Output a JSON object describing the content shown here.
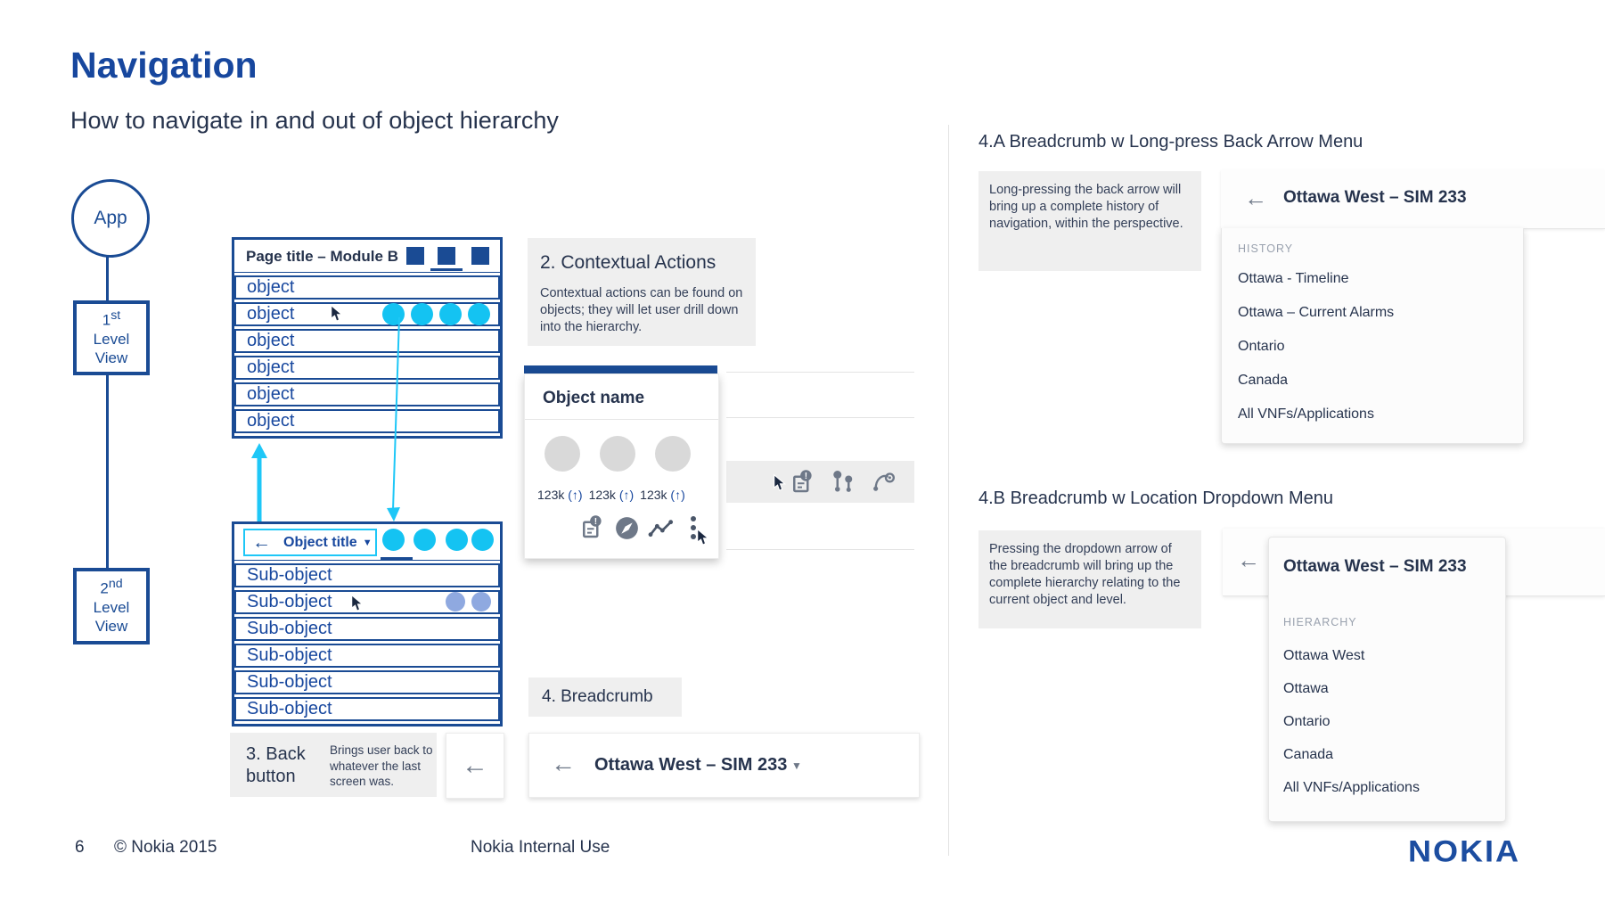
{
  "slide": {
    "title": "Navigation",
    "subtitle": "How to navigate in and out of object hierarchy"
  },
  "flowchart": {
    "app": "App",
    "level1": {
      "num": "1",
      "sup": "st",
      "line2": "Level",
      "line3": "View"
    },
    "level2": {
      "num": "2",
      "sup": "nd",
      "line2": "Level",
      "line3": "View"
    }
  },
  "module_list": {
    "header": "Page title – Module B",
    "rows": [
      "object",
      "object",
      "object",
      "object",
      "object",
      "object"
    ]
  },
  "object_list": {
    "back_arrow": "←",
    "title": "Object title",
    "caret": "▼",
    "rows": [
      "Sub-object",
      "Sub-object",
      "Sub-object",
      "Sub-object",
      "Sub-object",
      "Sub-object"
    ]
  },
  "contextual_actions": {
    "title": "2. Contextual Actions",
    "body": "Contextual actions can be found on objects; they will let user drill down into the hierarchy."
  },
  "object_card": {
    "title": "Object name",
    "stats": [
      {
        "value": "123k",
        "arrow": "(↑)"
      },
      {
        "value": "123k",
        "arrow": "(↑)"
      },
      {
        "value": "123k",
        "arrow": "(↑)"
      }
    ]
  },
  "back_button": {
    "title": "3. Back button",
    "desc": "Brings user back to whatever the last screen was.",
    "arrow": "←"
  },
  "breadcrumb": {
    "label": "4. Breadcrumb",
    "arrow": "←",
    "title": "Ottawa West – SIM 233",
    "caret": "▼"
  },
  "menu_a": {
    "heading": "4.A Breadcrumb w Long-press Back Arrow Menu",
    "note": "Long-pressing the back arrow will bring up a complete history of navigation, within the perspective.",
    "arrow": "←",
    "title": "Ottawa West – SIM 233",
    "section": "HISTORY",
    "items": [
      "Ottawa - Timeline",
      "Ottawa – Current Alarms",
      "Ontario",
      "Canada",
      "All VNFs/Applications"
    ]
  },
  "menu_b": {
    "heading": "4.B Breadcrumb w Location Dropdown Menu",
    "note": "Pressing the dropdown arrow of the breadcrumb will bring up the complete hierarchy relating to the current object and level.",
    "arrow": "←",
    "title": "Ottawa West – SIM 233",
    "section": "HIERARCHY",
    "items": [
      "Ottawa West",
      "Ottawa",
      "Ontario",
      "Canada",
      "All VNFs/Applications"
    ]
  },
  "footer": {
    "page": "6",
    "copyright": "© Nokia 2015",
    "classification": "Nokia Internal Use",
    "logo": "NOKIA"
  },
  "colors": {
    "brand_blue": "#17479e",
    "wire_blue": "#1a4b94",
    "cyan": "#1ec7f7",
    "periwinkle": "#8fa9e0",
    "navy_text": "#26334d",
    "gray_box": "#efefef",
    "icon_gray": "#6e7888"
  }
}
